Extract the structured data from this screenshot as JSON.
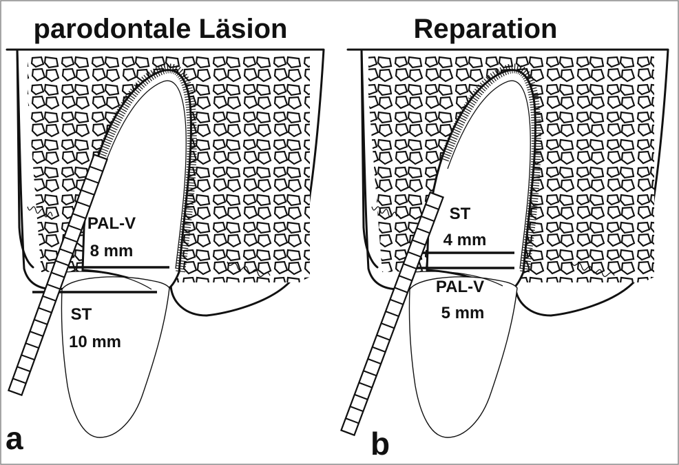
{
  "panels": [
    {
      "title": "parodontale Läsion",
      "letter": "a",
      "label_upper_1": "PAL-V",
      "label_upper_2": "8 mm",
      "label_lower_1": "ST",
      "label_lower_2": "10 mm"
    },
    {
      "title": "Reparation",
      "letter": "b",
      "label_upper_1": "ST",
      "label_upper_2": "4 mm",
      "label_lower_1": "PAL-V",
      "label_lower_2": "5 mm"
    }
  ],
  "colors": {
    "ink": "#111111",
    "background": "#ffffff",
    "frame": "#888888"
  }
}
